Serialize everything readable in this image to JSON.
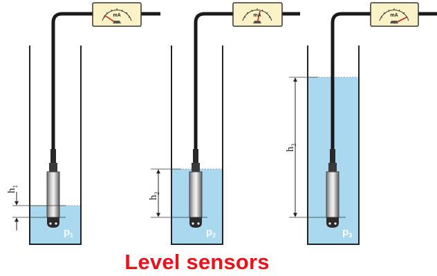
{
  "title": "Level sensors",
  "meter": {
    "unit": "mA"
  },
  "colors": {
    "water": "#aad8ee",
    "cable": "#1a1a1a",
    "meter_face": "#fbf3c7",
    "caption": "#e8141b",
    "needle": "#d11a1a"
  },
  "icons": {
    "meter": "milliammeter-icon",
    "sensor": "pressure-probe-icon"
  },
  "setups": [
    {
      "height_label": "h",
      "height_sub": "1",
      "pressure_label": "p",
      "pressure_sub": "1"
    },
    {
      "height_label": "h",
      "height_sub": "2",
      "pressure_label": "p",
      "pressure_sub": "2"
    },
    {
      "height_label": "h",
      "height_sub": "3",
      "pressure_label": "p",
      "pressure_sub": "3"
    }
  ]
}
